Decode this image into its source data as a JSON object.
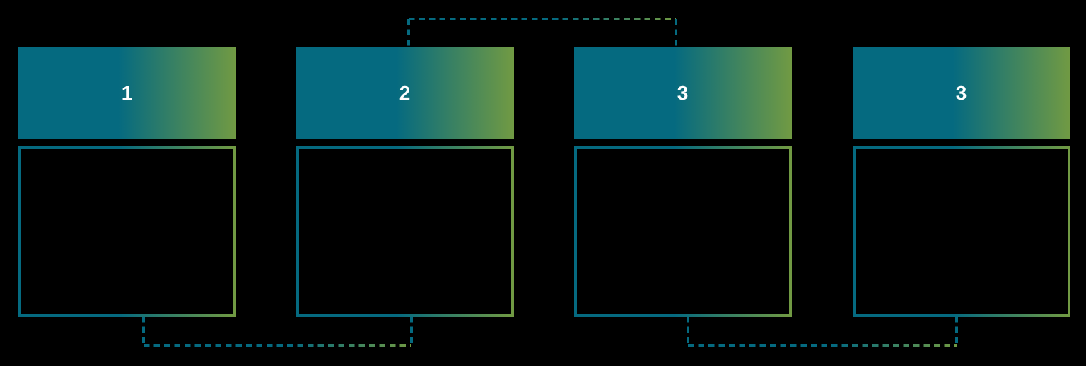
{
  "colors": {
    "background": "#000000",
    "teal": "#056a80",
    "green": "#719a43",
    "number": "#ffffff"
  },
  "steps": [
    {
      "number": "1"
    },
    {
      "number": "2"
    },
    {
      "number": "3"
    },
    {
      "number": "3"
    }
  ],
  "connectors": [
    {
      "id": "top",
      "from": "step-2",
      "to": "step-3",
      "style": "dashed",
      "position": "above-headers"
    },
    {
      "id": "bottom-left",
      "from": "step-1",
      "to": "step-2",
      "style": "dashed",
      "position": "below-bodies"
    },
    {
      "id": "bottom-right",
      "from": "step-3",
      "to": "step-4",
      "style": "dashed",
      "position": "below-bodies"
    }
  ]
}
